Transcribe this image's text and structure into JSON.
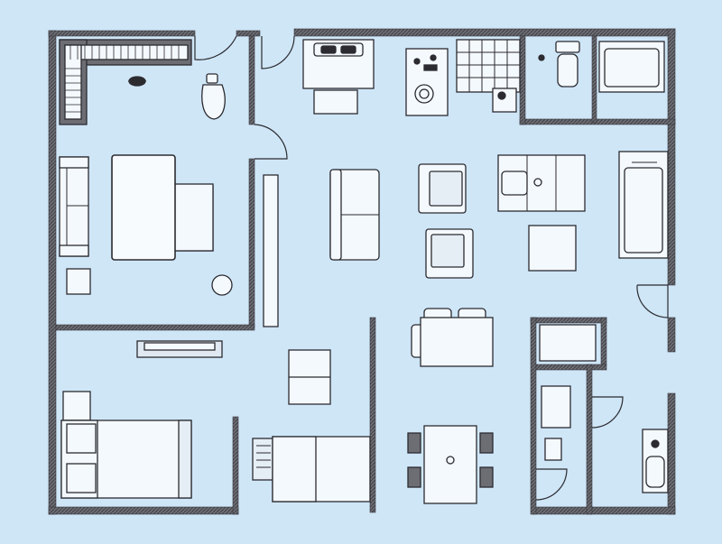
{
  "plan": {
    "type": "apartment floor plan",
    "style": "top-down line drawing",
    "colors": {
      "background": "#cfe6f7",
      "wall": "#5f5f66",
      "furniture_fill": "#f4f9fd",
      "line": "#2b2b30",
      "shadow": "#9aa0a8"
    },
    "rooms": [
      "living-room",
      "bedroom",
      "hallway",
      "dining-area",
      "kitchen",
      "bathroom",
      "utility-room"
    ]
  }
}
